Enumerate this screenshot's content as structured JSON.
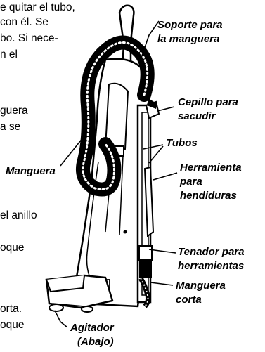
{
  "body_text": [
    "e quitar el tubo,",
    "con él.  Se",
    "bo.  Si nece-",
    "n el",
    "guera",
    "a se",
    "el anillo",
    "oque",
    "orta.",
    "oque"
  ],
  "callouts": {
    "hose_support": [
      "Soporte para",
      "la manguera"
    ],
    "dusting_brush": [
      "Cepillo para",
      "sacudir"
    ],
    "tubes": "Tubos",
    "crevice_tool": [
      "Herramienta",
      "para",
      "hendiduras"
    ],
    "hose": "Manguera",
    "tool_holder": [
      "Tenador para",
      "herramientas"
    ],
    "short_hose": [
      "Manguera",
      "corta"
    ],
    "agitator": [
      "Agitador",
      "(Abajo)"
    ]
  }
}
